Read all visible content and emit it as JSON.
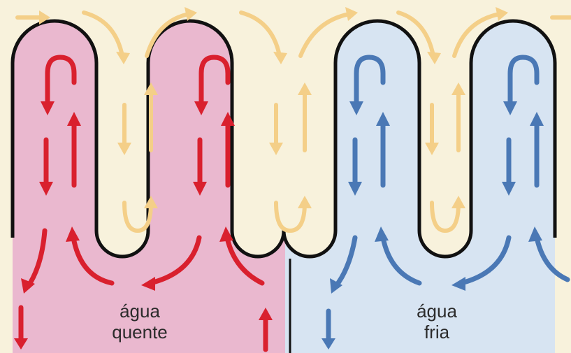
{
  "labels": {
    "hot_line1": "água",
    "hot_line2": "quente",
    "cold_line1": "água",
    "cold_line2": "fria"
  },
  "colors": {
    "background": "#f2ecd3",
    "hot_region": "#eab8cf",
    "cold_region": "#d7e4f2",
    "hot_arrow": "#d9202e",
    "cold_arrow": "#4a78b5",
    "flow_arrow": "#f4cf88",
    "outline": "#111111"
  }
}
